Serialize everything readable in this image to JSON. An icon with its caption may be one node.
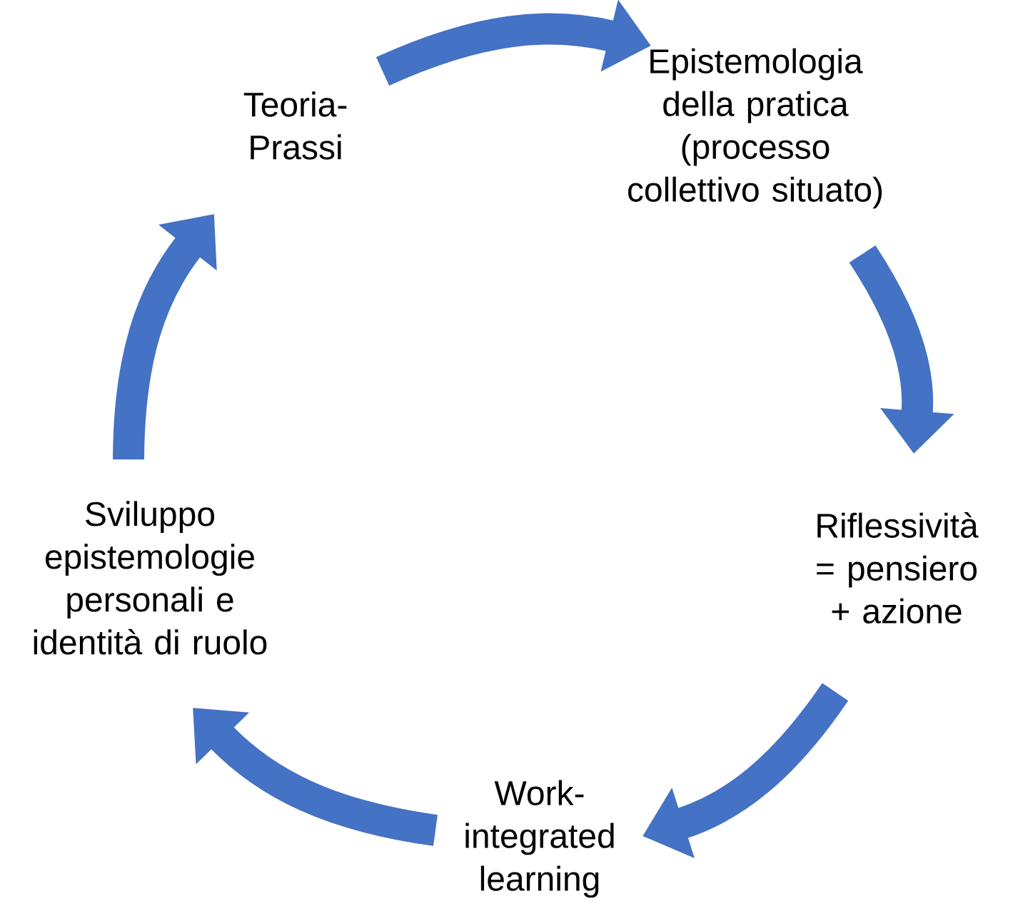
{
  "diagram": {
    "nodes": [
      {
        "text": [
          "Teoria-Prassi"
        ]
      },
      {
        "text": [
          "Epistemologia della pratica (processo collettivo situato)"
        ]
      },
      {
        "text": [
          "Riflessività = pensiero + azione"
        ]
      },
      {
        "text": [
          "Work-integrated learning"
        ]
      },
      {
        "text": [
          "Sviluppo epistemologie personali e identità di ruolo"
        ]
      }
    ],
    "edges": [
      {
        "from": 0,
        "to": 1,
        "arrow": "to"
      },
      {
        "from": 1,
        "to": 2,
        "arrow": "to"
      },
      {
        "from": 2,
        "to": 3,
        "arrow": "to"
      },
      {
        "from": 3,
        "to": 4,
        "arrow": "to"
      },
      {
        "from": 4,
        "to": 0,
        "arrow": "to"
      }
    ]
  }
}
